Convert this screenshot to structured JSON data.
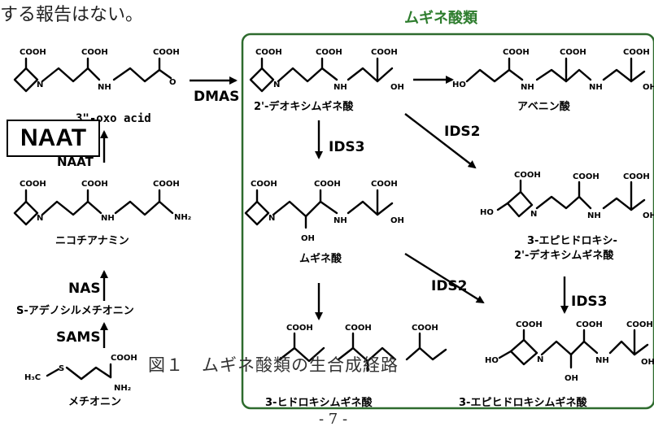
{
  "page": {
    "top_text": "する報告はない。",
    "caption": "図１　ムギネ酸類の生合成経路",
    "page_number": "- 7 -"
  },
  "box": {
    "title": "ムギネ酸類",
    "border_color": "#2e6b2e",
    "title_color": "#2e7d2e"
  },
  "enzymes": {
    "dmas": "DMAS",
    "naat": "NAAT",
    "naat_small": "NAAT",
    "nas": "NAS",
    "sams": "SAMS",
    "ids3_a": "IDS3",
    "ids3_b": "IDS3",
    "ids2_a": "IDS2",
    "ids2_b": "IDS2"
  },
  "compounds": {
    "oxo_acid": "3\"-oxo acid",
    "nicotianamine": "ニコチアナミン",
    "sam": "S-アデノシルメチオニン",
    "methionine": "メチオニン",
    "dmug": "2'-デオキシムギネ酸",
    "avenic": "アベニン酸",
    "mugineic": "ムギネ酸",
    "epi_hdma_1": "3-エピヒドロキシ-",
    "epi_hdma_2": "2'-デオキシムギネ酸",
    "hmug": "3-ヒドロキシムギネ酸",
    "epi_hmug": "3-エピヒドロキシムギネ酸"
  },
  "atoms": {
    "cooh": "COOH",
    "n": "N",
    "nh": "NH",
    "oh": "OH",
    "ho": "HO",
    "o": "O",
    "nh2": "NH₂",
    "s": "S",
    "h3c": "H₃C"
  }
}
